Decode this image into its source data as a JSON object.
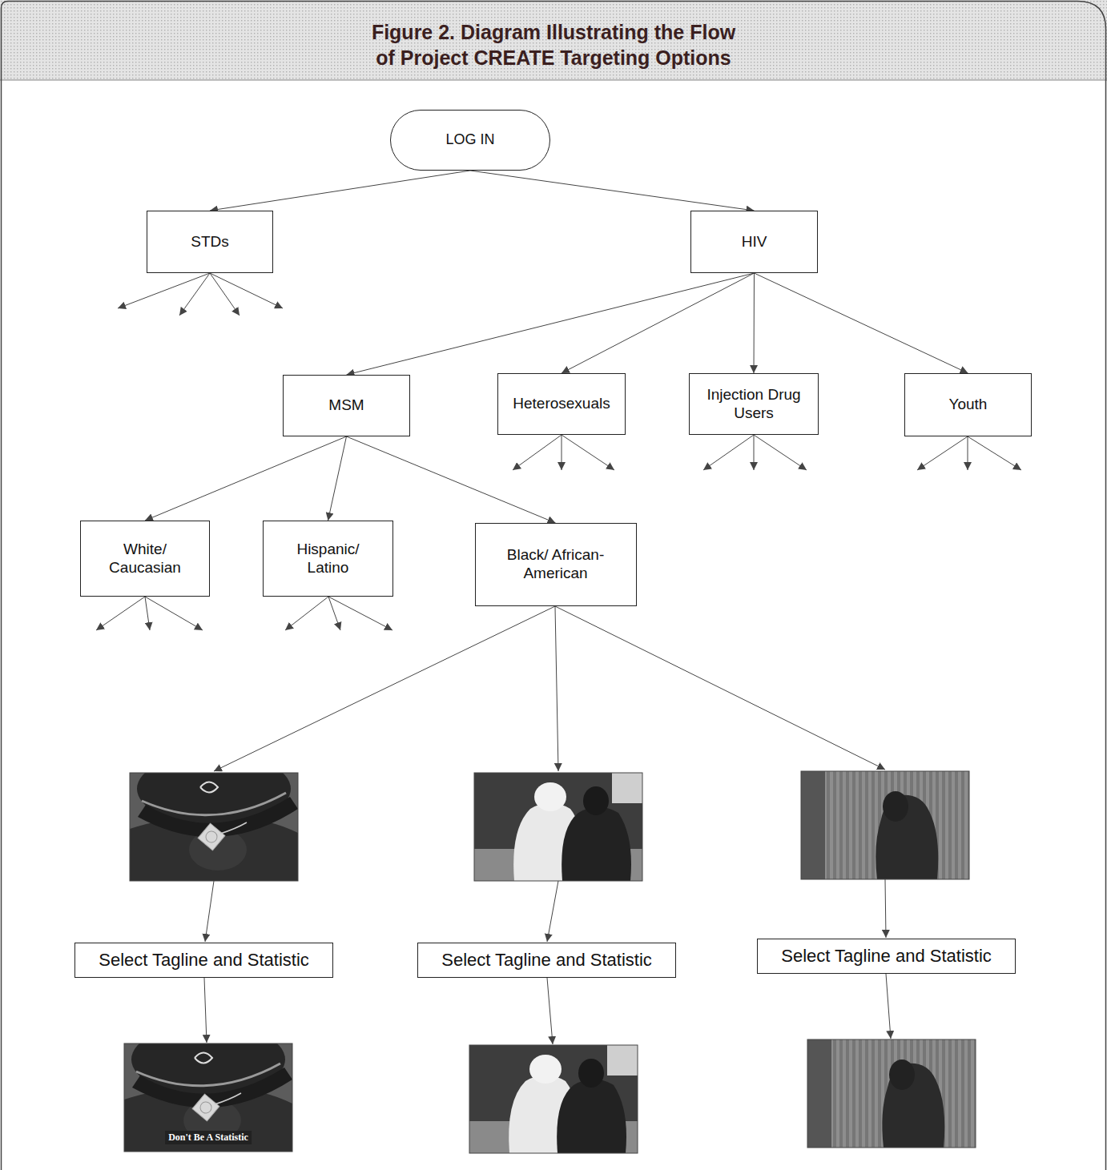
{
  "diagram": {
    "title": "Figure 2. Diagram Illustrating the Flow of Project CREATE Targeting Options",
    "nodes": [
      {
        "text": [
          "LOG IN"
        ]
      },
      {
        "text": [
          "STDs"
        ]
      },
      {
        "text": [
          "HIV"
        ]
      },
      {
        "text": [
          "MSM"
        ]
      },
      {
        "text": [
          "Heterosexuals"
        ]
      },
      {
        "text": [
          "Injection Drug Users"
        ]
      },
      {
        "text": [
          "Youth"
        ]
      },
      {
        "text": [
          "White/ Caucasian"
        ]
      },
      {
        "text": [
          "Hispanic/ Latino"
        ]
      },
      {
        "text": [
          "Black/ African-American"
        ]
      },
      {
        "text": [
          "Select Tagline and Statistic"
        ]
      },
      {
        "text": [
          "Select Tagline and Statistic"
        ]
      },
      {
        "text": [
          "Select Tagline and Statistic"
        ]
      }
    ],
    "edges": [
      {
        "from": 0,
        "to": 1,
        "arrow": "to"
      },
      {
        "from": 0,
        "to": 2,
        "arrow": "to"
      },
      {
        "from": 2,
        "to": 3,
        "arrow": "to"
      },
      {
        "from": 2,
        "to": 4,
        "arrow": "to"
      },
      {
        "from": 2,
        "to": 5,
        "arrow": "to"
      },
      {
        "from": 2,
        "to": 6,
        "arrow": "to"
      },
      {
        "from": 3,
        "to": 7,
        "arrow": "to"
      },
      {
        "from": 3,
        "to": 8,
        "arrow": "to"
      },
      {
        "from": 3,
        "to": 9,
        "arrow": "to"
      }
    ],
    "labels": [
      "Don't Be A Statistic"
    ]
  }
}
